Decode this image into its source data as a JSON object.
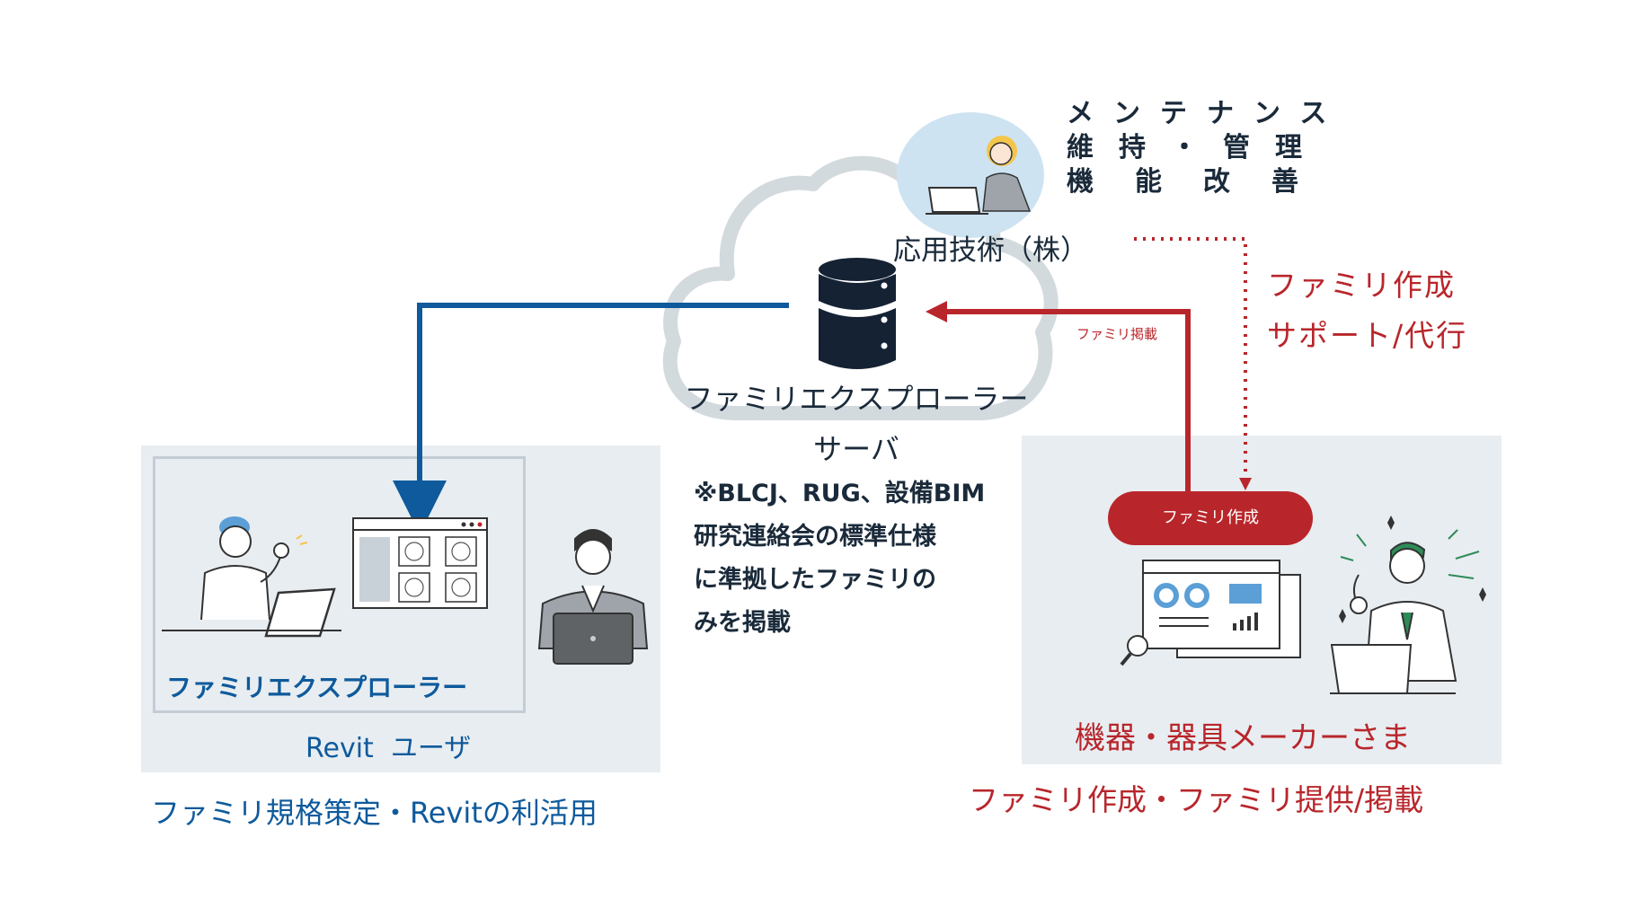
{
  "maintenance": {
    "line1": "メンテナンス",
    "line2": "維持・管理",
    "line3": "機能改善"
  },
  "company": "応用技術（株）",
  "support": {
    "line1": "ファミリ作成",
    "line2": "サポート/代行"
  },
  "publish_label": "ファミリ掲載",
  "server": {
    "line1": "ファミリエクスプローラー",
    "line2": "サーバ"
  },
  "note": {
    "line1": "※BLCJ、RUG、設備BIM",
    "line2": "研究連絡会の標準仕様",
    "line3": "に準拠したファミリの",
    "line4": "みを掲載"
  },
  "left_panel": {
    "app_label": "ファミリエクスプローラー",
    "user_label": "Revit  ユーザ",
    "caption": "ファミリ規格策定・Revitの利活用"
  },
  "right_panel": {
    "pill_label": "ファミリ作成",
    "maker_label": "機器・器具メーカーさま",
    "caption": "ファミリ作成・ファミリ提供/掲載"
  },
  "colors": {
    "blue": "#0e5a9c",
    "red": "#b8262b",
    "panel": "#e8edf1",
    "navy": "#1a2a3a"
  }
}
